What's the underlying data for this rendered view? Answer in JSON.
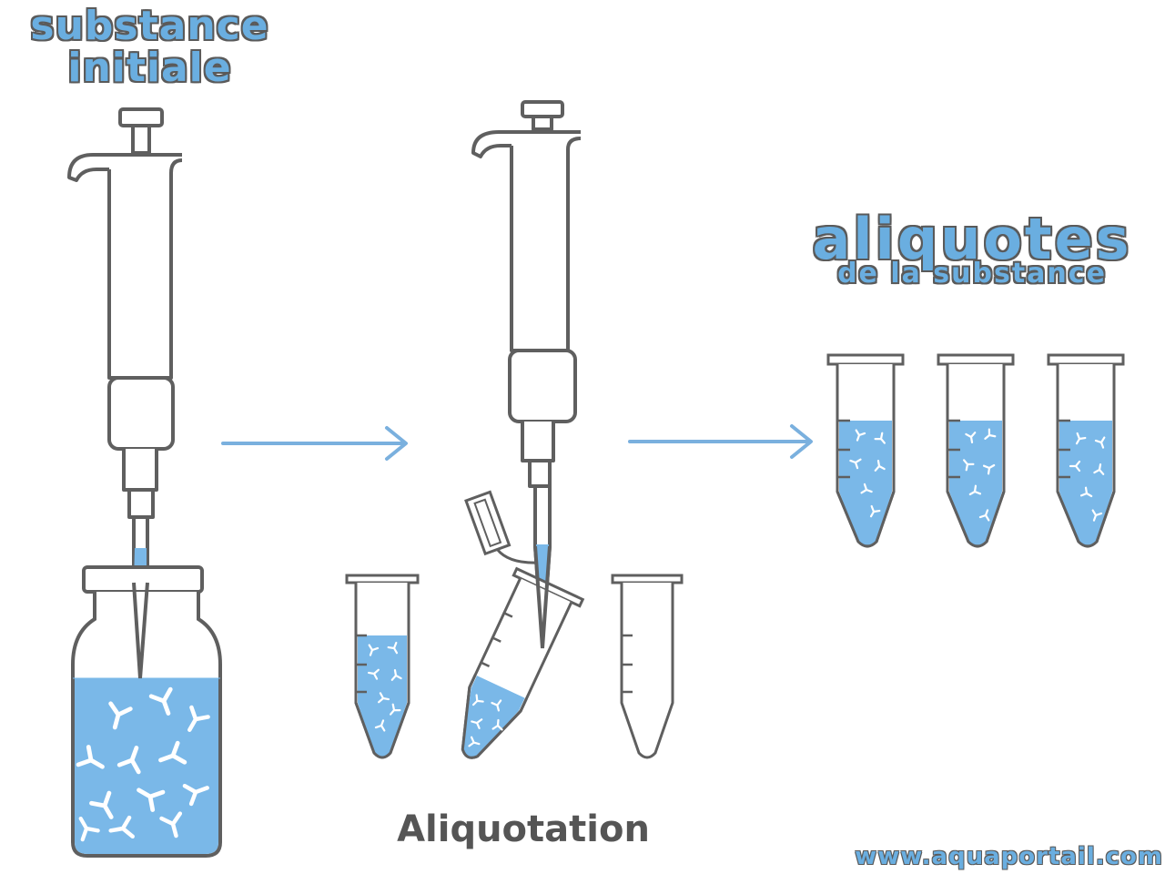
{
  "labels": {
    "initial_line1": "substance",
    "initial_line2": "initiale",
    "aliquotes_title": "aliquotes",
    "aliquotes_subtitle": "de la substance",
    "process_caption": "Aliquotation",
    "website": "www.aquaportail.com"
  },
  "colors": {
    "outline": "#5f5f5f",
    "liquid": "#7ab8e8",
    "arrow": "#7ab0de",
    "particles": "#ffffff",
    "title_fill": "#6aaee0",
    "caption": "#555555"
  },
  "icons": [
    "pipette-icon",
    "vial-icon",
    "microtube-icon",
    "arrow-right-icon",
    "antibody-particle-icon"
  ]
}
